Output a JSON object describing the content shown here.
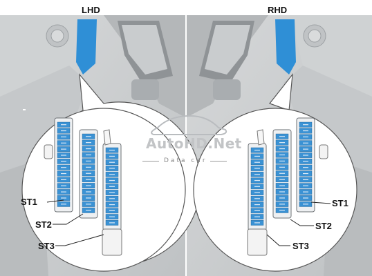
{
  "panels": {
    "left_title": "LHD",
    "right_title": "RHD"
  },
  "labels": {
    "left_st1": "ST1",
    "left_st2": "ST2",
    "left_st3": "ST3",
    "right_st1": "ST1",
    "right_st2": "ST2",
    "right_st3": "ST3"
  },
  "watermark": {
    "brand": "AutoHD.Net",
    "tagline": "Data car"
  },
  "colors": {
    "highlight": "#2f8fd6",
    "fuse": "#3b92d4",
    "background": "#e9eaea",
    "housing": "#eef0f2"
  }
}
